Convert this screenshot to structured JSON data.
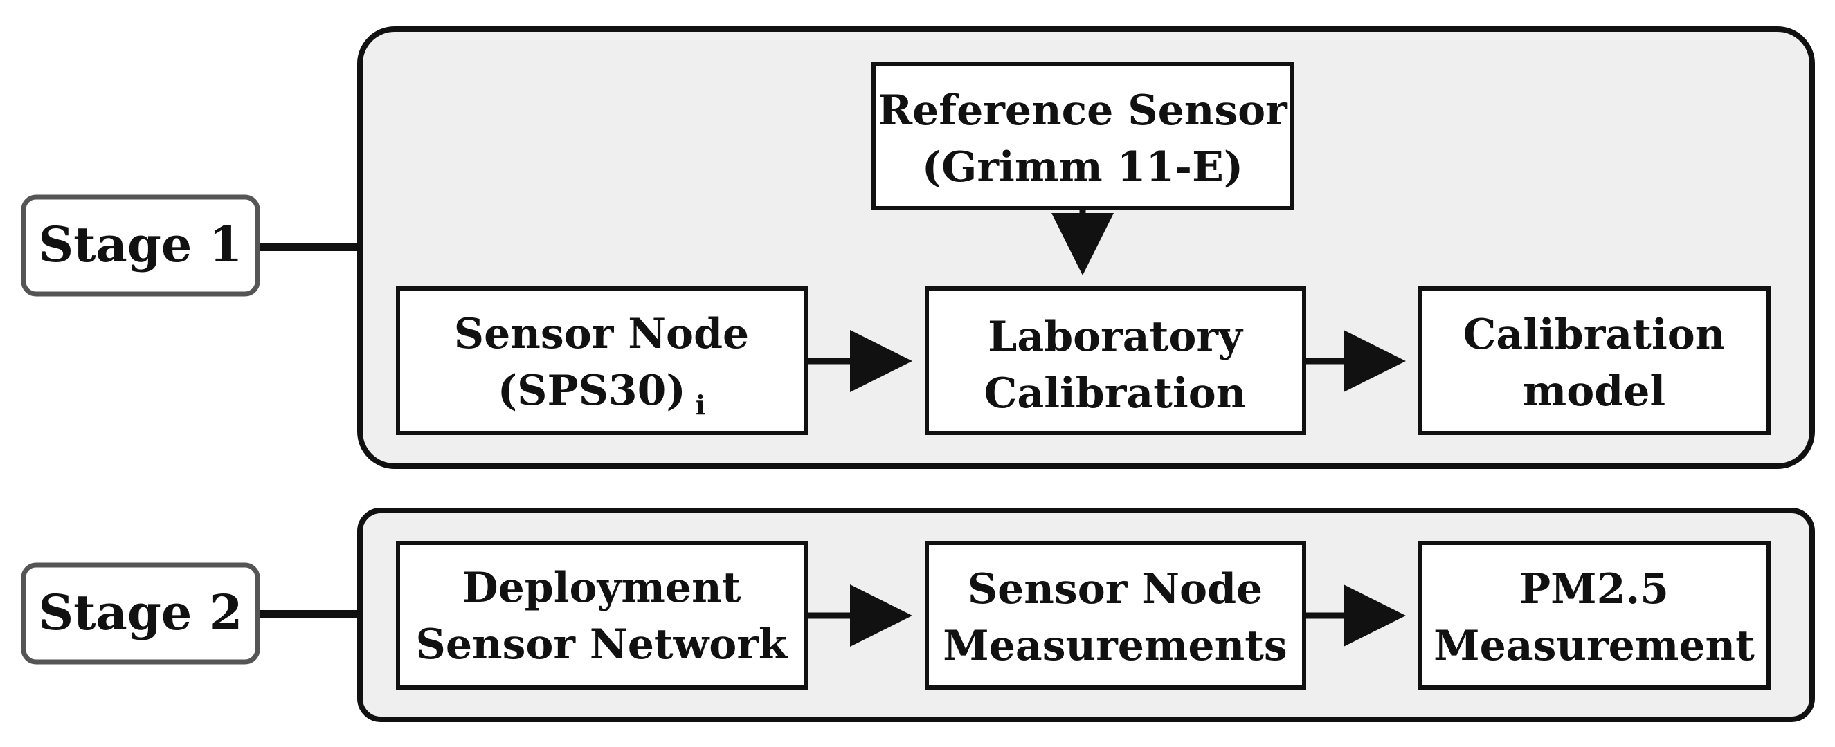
{
  "stages": [
    {
      "label": "Stage 1"
    },
    {
      "label": "Stage 2"
    }
  ],
  "stage1": {
    "reference_sensor": {
      "line1": "Reference Sensor",
      "line2": "(Grimm 11-E)"
    },
    "sensor_node": {
      "line1": "Sensor Node",
      "line2": "(SPS30)",
      "subscript": "i"
    },
    "laboratory_calibration": {
      "line1": "Laboratory",
      "line2": "Calibration"
    },
    "calibration_model": {
      "line1": "Calibration",
      "line2": "model"
    }
  },
  "stage2": {
    "deployment": {
      "line1": "Deployment",
      "line2": "Sensor Network"
    },
    "measurements": {
      "line1": "Sensor Node",
      "line2": "Measurements"
    },
    "pm25": {
      "line1": "PM2.5",
      "line2": "Measurement"
    }
  },
  "colors": {
    "panel_fill": "#efefef",
    "stroke": "#111111",
    "box_fill": "#ffffff",
    "label_stroke": "#555555"
  }
}
